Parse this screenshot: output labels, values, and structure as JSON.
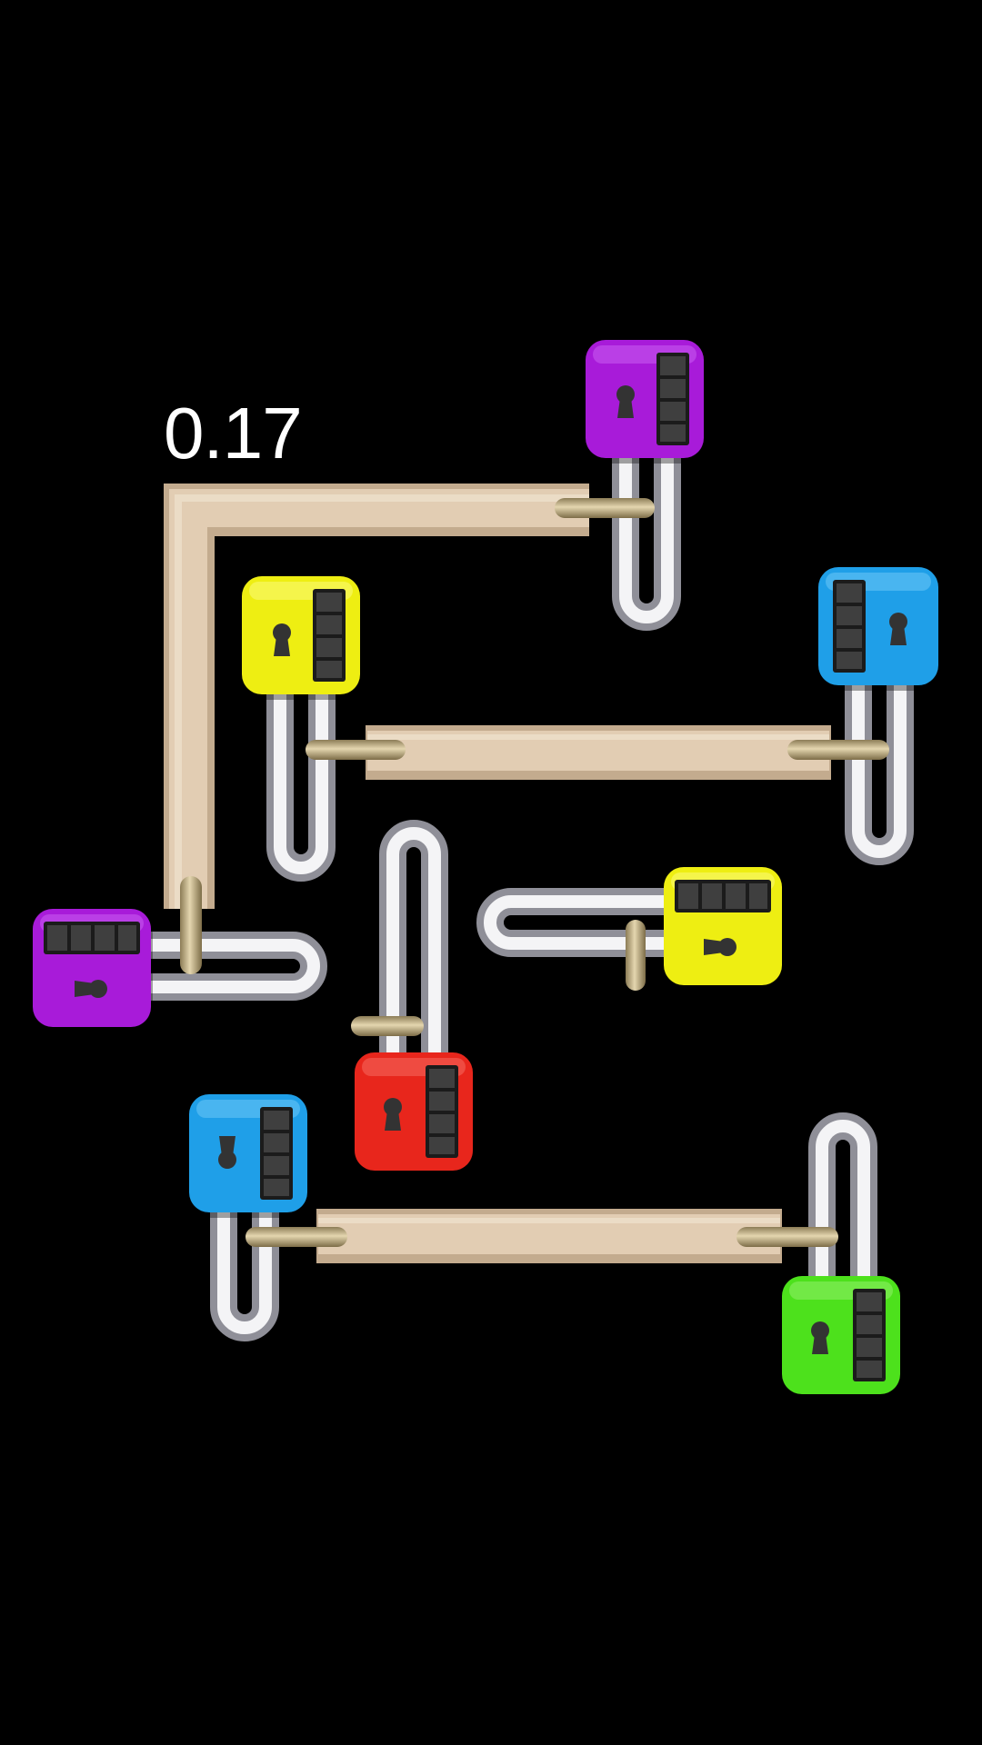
{
  "hud": {
    "timer_text": "0.17"
  },
  "colors": {
    "background": "#000000",
    "plank_face": "#e2cdb3",
    "plank_edge": "#c3ab8e",
    "rod": "#c9b98f",
    "shackle": "#e6e6ea",
    "digit_window": "#3a3a3a",
    "keyhole": "#333333"
  },
  "locks": [
    {
      "id": "purple-top",
      "color": "#a81bd9",
      "light": "#c95cf0",
      "orientation": "digits-right"
    },
    {
      "id": "yellow-left",
      "color": "#eeee12",
      "light": "#fbfb7a",
      "orientation": "digits-right"
    },
    {
      "id": "blue-right",
      "color": "#1f9fe8",
      "light": "#6cc6f5",
      "orientation": "digits-left"
    },
    {
      "id": "purple-left",
      "color": "#a81bd9",
      "light": "#c95cf0",
      "orientation": "digits-top"
    },
    {
      "id": "yellow-mid",
      "color": "#eeee12",
      "light": "#fbfb7a",
      "orientation": "digits-top"
    },
    {
      "id": "red-center",
      "color": "#e8261c",
      "light": "#f46a60",
      "orientation": "digits-right"
    },
    {
      "id": "blue-bottom",
      "color": "#1f9fe8",
      "light": "#6cc6f5",
      "orientation": "digits-right"
    },
    {
      "id": "green-bottom",
      "color": "#4de11c",
      "light": "#92f06a",
      "orientation": "digits-right"
    }
  ],
  "planks": [
    {
      "id": "l-shaped-plank",
      "shape": "L"
    },
    {
      "id": "middle-plank",
      "shape": "straight"
    },
    {
      "id": "bottom-plank",
      "shape": "straight"
    }
  ]
}
